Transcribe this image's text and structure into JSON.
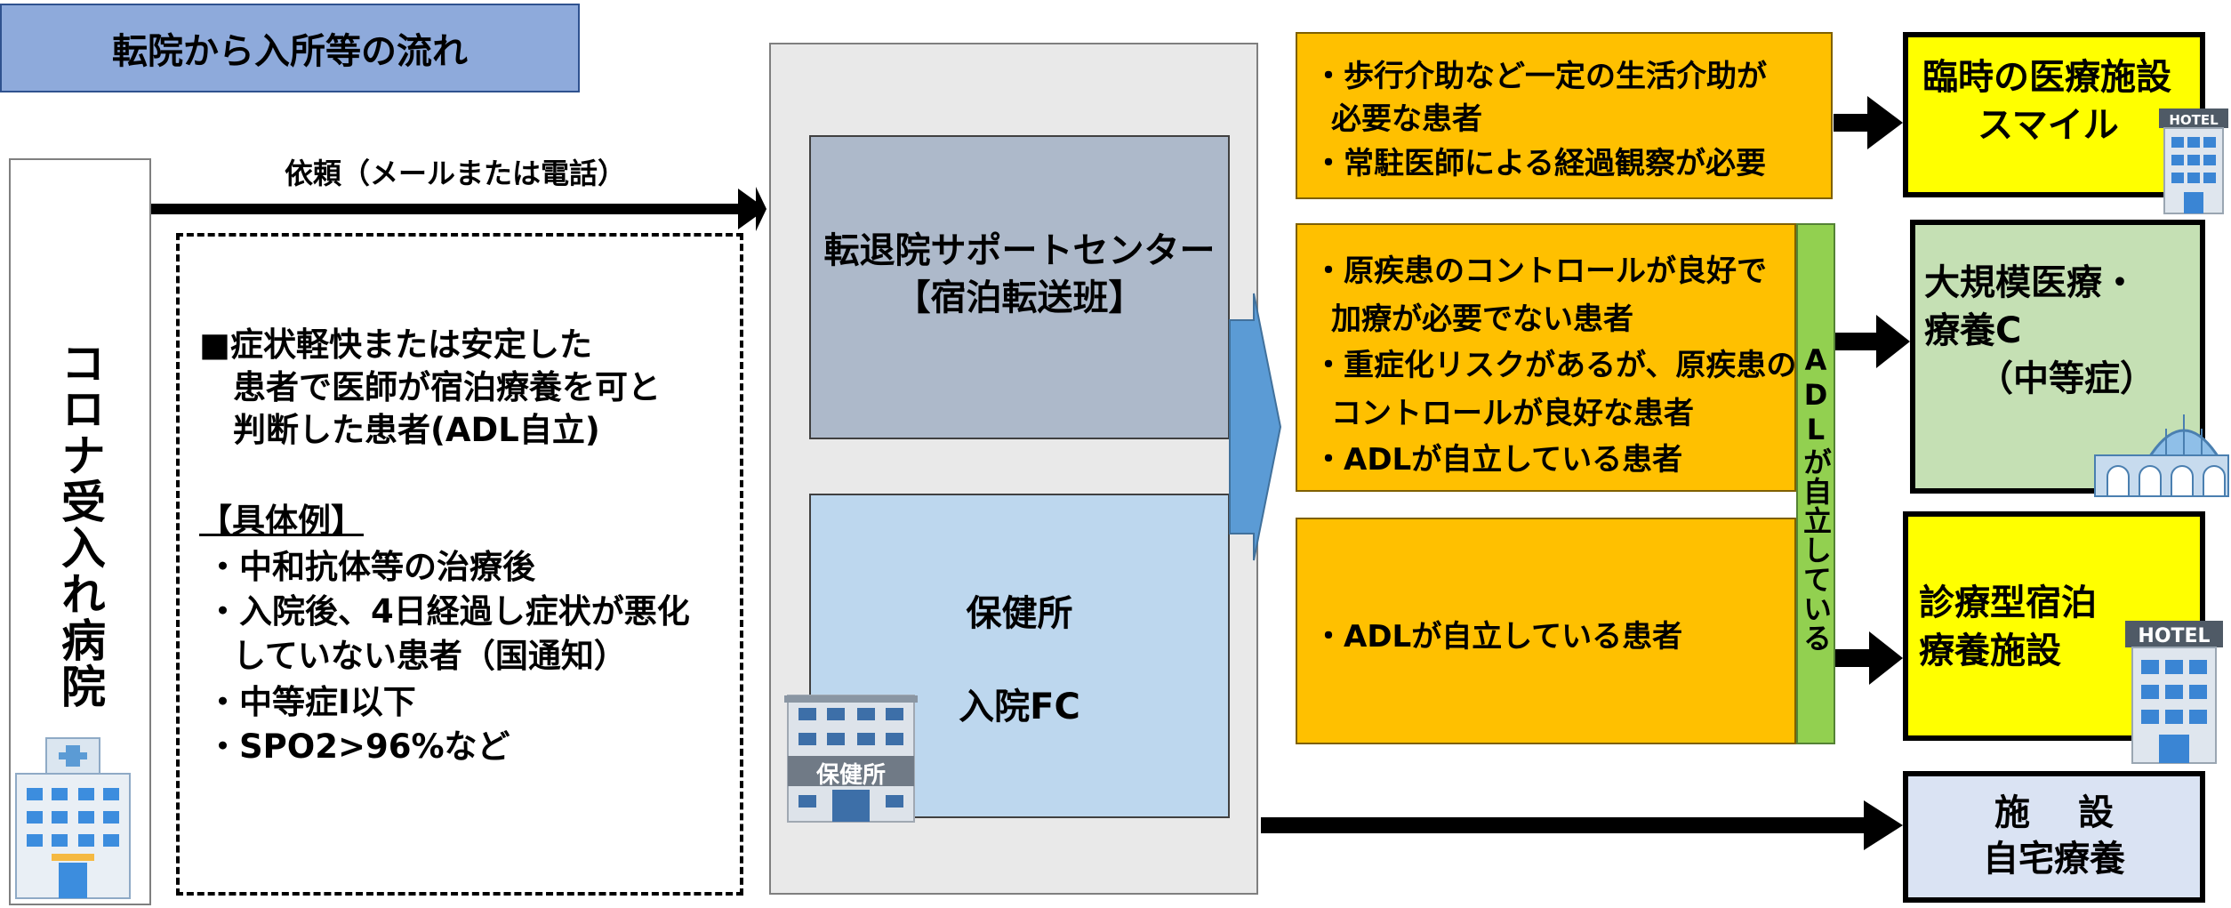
{
  "title": "転院から入所等の流れ",
  "hospital": {
    "label": "コロナ受入れ病院"
  },
  "request": {
    "label": "依頼（メールまたは電話）"
  },
  "criteria": {
    "lines": [
      "■症状軽快または安定した",
      "患者で医師が宿泊療養を可と",
      "判断した患者(ADL自立)",
      "【具体例】",
      "・中和抗体等の治療後",
      "・入院後、4日経過し症状が悪化",
      "していない患者（国通知）",
      "・中等症Ⅰ以下",
      "・SPO2>96%など"
    ]
  },
  "center": {
    "support_line1": "転退院サポートセンター",
    "support_line2": "【宿泊転送班】",
    "hokenjo_line1": "保健所",
    "hokenjo_line2": "入院FC",
    "building_sign": "保健所"
  },
  "conditions": {
    "box1": [
      "・歩行介助など一定の生活介助が",
      "必要な患者",
      "・常駐医師による経過観察が必要"
    ],
    "box2": [
      "・原疾患のコントロールが良好で",
      "加療が必要でない患者",
      "・重症化リスクがあるが、原疾患の",
      "コントロールが良好な患者",
      "・ADLが自立している患者"
    ],
    "box3": [
      "・ADLが自立している患者"
    ],
    "adl_label": "ADLが自立している"
  },
  "destinations": {
    "d1": [
      "臨時の医療施設",
      "スマイル"
    ],
    "d2": [
      "大規模医療・",
      "療養C",
      "（中等症）"
    ],
    "d3": [
      "診療型宿泊",
      "療養施設"
    ],
    "d4": [
      "施　 設",
      "自宅療養"
    ]
  },
  "icons": {
    "hotel_sign": "HOTEL",
    "colors": {
      "title_bg": "#8eaadb",
      "orange": "#ffc000",
      "green": "#92d050",
      "yellow": "#ffff00"
    }
  }
}
